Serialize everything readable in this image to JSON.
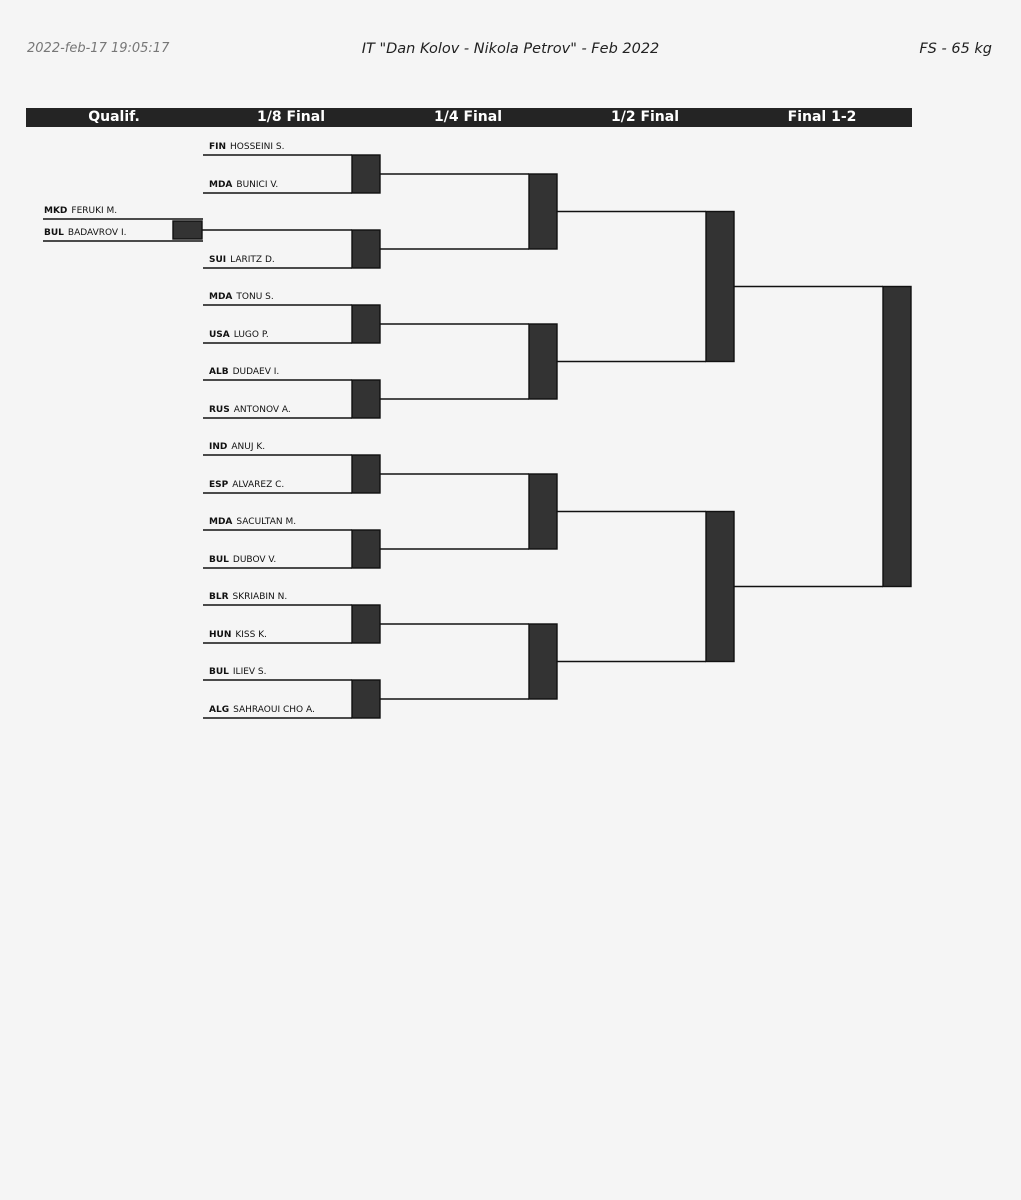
{
  "header": {
    "timestamp": "2022-feb-17 19:05:17",
    "event_title": "IT \"Dan Kolov - Nikola Petrov\" - Feb 2022",
    "category": "FS - 65 kg"
  },
  "rounds": [
    "Qualif.",
    "1/8 Final",
    "1/4 Final",
    "1/2 Final",
    "Final 1-2"
  ],
  "qualification": [
    {
      "nation": "MKD",
      "name": "FERUKI M."
    },
    {
      "nation": "BUL",
      "name": "BADAVROV I."
    }
  ],
  "round_of_16": [
    {
      "nation": "FIN",
      "name": "HOSSEINI S."
    },
    {
      "nation": "MDA",
      "name": "BUNICI V."
    },
    {
      "nation": "",
      "name": ""
    },
    {
      "nation": "SUI",
      "name": "LARITZ D."
    },
    {
      "nation": "MDA",
      "name": "TONU S."
    },
    {
      "nation": "USA",
      "name": "LUGO P."
    },
    {
      "nation": "ALB",
      "name": "DUDAEV I."
    },
    {
      "nation": "RUS",
      "name": "ANTONOV A."
    },
    {
      "nation": "IND",
      "name": "ANUJ K."
    },
    {
      "nation": "ESP",
      "name": "ALVAREZ C."
    },
    {
      "nation": "MDA",
      "name": "SACULTAN M."
    },
    {
      "nation": "BUL",
      "name": "DUBOV V."
    },
    {
      "nation": "BLR",
      "name": "SKRIABIN N."
    },
    {
      "nation": "HUN",
      "name": "KISS K."
    },
    {
      "nation": "BUL",
      "name": "ILIEV S."
    },
    {
      "nation": "ALG",
      "name": "SAHRAOUI CHO A."
    }
  ],
  "colors": {
    "background": "#f5f5f5",
    "bar": "#242424",
    "score_box": "#333333",
    "line": "#111111",
    "timestamp_text": "#777777"
  }
}
